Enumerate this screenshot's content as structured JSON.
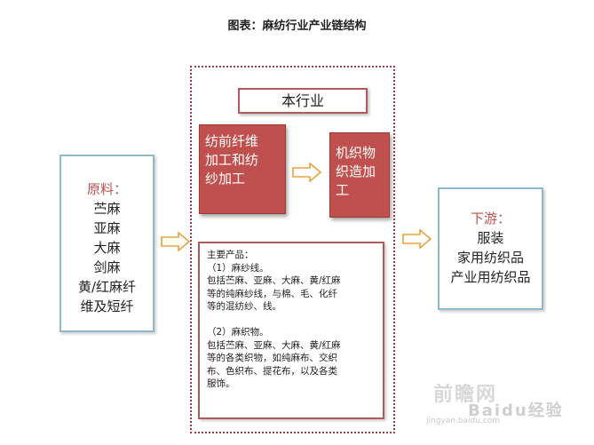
{
  "title": "图表：麻纺行业产业链结构",
  "top_label": "本行业",
  "process_left": [
    "纺前纤维",
    "加工和纺",
    "纱加工"
  ],
  "process_right": [
    "机织物",
    "织造加",
    "工"
  ],
  "raw_materials": {
    "heading": "原料：",
    "items": [
      "苎麻",
      "亚麻",
      "大麻",
      "剑麻",
      "黄/红麻纤",
      "维及短纤"
    ]
  },
  "downstream": {
    "heading": "下游：",
    "items": [
      "服装",
      "家用纺织品",
      "产业用纺织品"
    ]
  },
  "products": {
    "lines": [
      "主要产品：",
      "（1）麻纱线。",
      "包括苎麻、亚麻、大麻、黄/红麻",
      "等的纯麻纱线，与棉、毛、化纤",
      "等的混纺纱、线。",
      "",
      "（2）麻织物。",
      "包括苎麻、亚麻、大麻、黄/红麻",
      "等的各类织物，如纯麻布、交织",
      "布、色织布、提花布，以及各类",
      "服饰。"
    ]
  },
  "watermark": {
    "text1": "前瞻网",
    "text2": "Baidu经验",
    "text3": "jingyan.baidu.com"
  },
  "colors": {
    "red_box": "#c0504d",
    "arrow": "#e8a33d",
    "blue_border": "#8fb8cc",
    "frame_dotted": "#a0394a"
  }
}
